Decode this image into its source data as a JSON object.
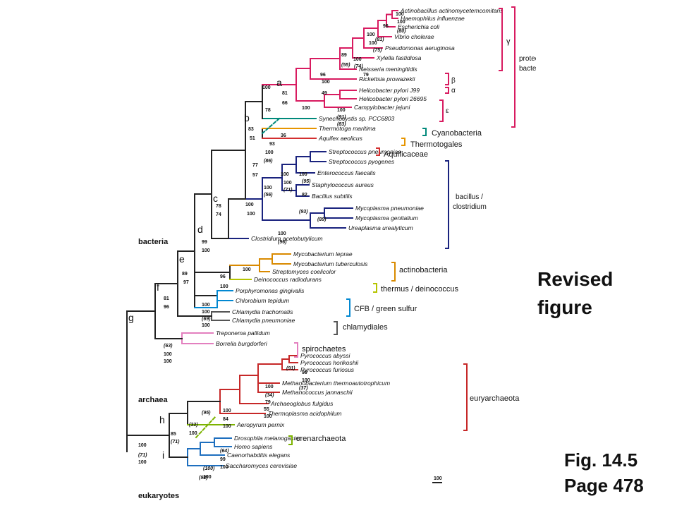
{
  "side_text": {
    "revised_line1": "Revised",
    "revised_line2": "figure",
    "fig_line": "Fig. 14.5",
    "page_line": "Page 478"
  },
  "domains": {
    "bacteria": "bacteria",
    "archaea": "archaea",
    "eukaryotes": "eukaryotes"
  },
  "node_letters": [
    "a",
    "b",
    "c",
    "d",
    "e",
    "f",
    "g",
    "h",
    "i"
  ],
  "colors": {
    "proteobacteria": "#d81b60",
    "cyanobacteria": "#00897b",
    "thermotogales": "#e69500",
    "aquificaceae": "#d32f2f",
    "firmicutes": "#1a237e",
    "actinobacteria": "#d98a00",
    "thermus": "#b5c400",
    "cfb": "#0288d1",
    "chlamydiales": "#555555",
    "spirochaetes": "#e37fbf",
    "euryarchaeota": "#c62828",
    "crenarchaeota": "#7cb300",
    "eukaryotes": "#1e6fbf",
    "backbone": "#222222"
  },
  "taxa": [
    "Actinobacillus actinomycetemcomitans",
    "Haemophilus influenzae",
    "Escherichia coli",
    "Vibrio cholerae",
    "Pseudomonas aeruginosa",
    "Xylella fastidiosa",
    "Neisseria meningitidis",
    "Rickettsia prowazekii",
    "Helicobacter pylori J99",
    "Helicobacter pylori 26695",
    "Campylobacter jejuni",
    "Synechocystis sp. PCC6803",
    "Thermotoga maritima",
    "Aquifex aeolicus",
    "Streptococcus pneumoniae",
    "Streptococcus pyogenes",
    "Enterococcus faecalis",
    "Staphylococcus aureus",
    "Bacillus subtilis",
    "Mycoplasma pneumoniae",
    "Mycoplasma genitalium",
    "Ureaplasma urealyticum",
    "Clostridium acetobutylicum",
    "Mycobacterium leprae",
    "Mycobacterium tuberculosis",
    "Streptomyces coelicolor",
    "Deinococcus radiodurans",
    "Porphyromonas gingivalis",
    "Chlorobium tepidum",
    "Chlamydia trachomatis",
    "Chlamydia pneumoniae",
    "Treponema pallidum",
    "Borrelia burgdorferi",
    "Pyrococcus abyssi",
    "Pyrococcus horikoshii",
    "Pyrococcus furiosus",
    "Methanobacterium thermoautotrophicum",
    "Methanococcus jannaschii",
    "Archaeoglobus fulgidus",
    "Thermoplasma acidophilum",
    "Aeropyrum pernix",
    "Drosophila melanogaster",
    "Homo sapiens",
    "Caenorhabditis elegans",
    "Saccharomyces cerevisiae"
  ],
  "groups": {
    "proteobacteria_line1": "proteo-",
    "proteobacteria_line2": "bacteria",
    "gamma": "γ",
    "beta": "β",
    "alpha": "α",
    "epsilon": "ε",
    "cyanobacteria": "Cyanobacteria",
    "thermotogales": "Thermotogales",
    "aquificaceae": "Aquificaceae",
    "bacillus_line1": "bacillus /",
    "bacillus_line2": "clostridium",
    "actinobacteria": "actinobacteria",
    "thermus": "thermus / deinococcus",
    "cfb": "CFB / green sulfur",
    "chlamydiales": "chlamydiales",
    "spirochaetes": "spirochaetes",
    "euryarchaeota": "euryarchaeota",
    "crenarchaeota": "crenarchaeota"
  },
  "bootstrap": [
    "100",
    "96",
    "100",
    "(80)",
    "100",
    "100",
    "(81)",
    "(75)",
    "89",
    "100",
    "(55)",
    "(74)",
    "79",
    "96",
    "100",
    "49",
    "100",
    "81",
    "66",
    "78",
    "100",
    "100",
    "(91)",
    "(83)",
    "83",
    "36",
    "51",
    "93",
    "100",
    "(86)",
    "77",
    "57",
    "100",
    "100",
    "(95)",
    "100",
    "(71)",
    "100",
    "(56)",
    "82",
    "(93)",
    "78",
    "74",
    "100",
    "100",
    "(89)",
    "100",
    "(96)",
    "99",
    "100",
    "96",
    "100",
    "100",
    "89",
    "97",
    "81",
    "96",
    "100",
    "100",
    "(69)",
    "100",
    "(63)",
    "100",
    "100",
    "(91)",
    "99",
    "100",
    "(37)",
    "100",
    "(34)",
    "79",
    "55",
    "100",
    "(95)",
    "100",
    "84",
    "100",
    "(33)",
    "100",
    "85",
    "(71)",
    "100",
    "(71)",
    "100",
    "(64)",
    "99",
    "100",
    "(100)",
    "100",
    "(98)",
    "100",
    "(98)",
    "100"
  ],
  "scale": "100"
}
